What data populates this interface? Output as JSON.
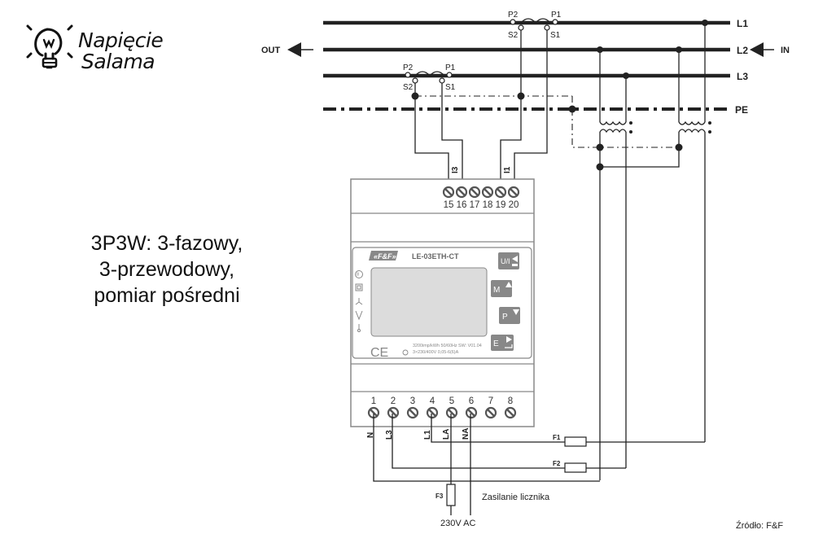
{
  "logo": {
    "line1": "Napięcie",
    "line2": "Salama",
    "icon": "lightbulb-icon"
  },
  "caption": {
    "lines": [
      "3P3W: 3-fazowy,",
      "3-przewodowy,",
      "pomiar pośredni"
    ]
  },
  "source": "Źródło: F&F",
  "bus": {
    "lines": [
      {
        "id": "L1",
        "label": "L1"
      },
      {
        "id": "L2",
        "label": "L2"
      },
      {
        "id": "L3",
        "label": "L3"
      },
      {
        "id": "PE",
        "label": "PE"
      }
    ],
    "in_label": "IN",
    "out_label": "OUT"
  },
  "current_transformers": [
    {
      "phase": "L1",
      "p2": "P2",
      "p1": "P1",
      "s2": "S2",
      "s1": "S1"
    },
    {
      "phase": "L3",
      "p2": "P2",
      "p1": "P1",
      "s2": "S2",
      "s1": "S1"
    }
  ],
  "wire_labels": {
    "i3": "I3",
    "i1": "I1",
    "n": "N",
    "l3": "L3",
    "l1": "L1",
    "la": "LA",
    "na": "NA"
  },
  "meter": {
    "brand": "«F&F»",
    "model": "LE-03ETH-CT",
    "top_terminals": [
      "15",
      "16",
      "17",
      "18",
      "19",
      "20"
    ],
    "bottom_terminals": [
      "1",
      "2",
      "3",
      "4",
      "5",
      "6",
      "7",
      "8"
    ],
    "buttons": [
      {
        "id": "ui",
        "label": "U/I",
        "arrow": "◀"
      },
      {
        "id": "m",
        "label": "M",
        "arrow": "▲"
      },
      {
        "id": "p",
        "label": "P",
        "arrow": "▼"
      },
      {
        "id": "e",
        "label": "E",
        "arrow": "▶"
      }
    ],
    "spec_line1": "3200imp/kWh 50/60Hz SW: V01.04",
    "spec_line2": "3×230/400V  0,05-6(6)A",
    "ce_mark": "CE"
  },
  "fuses": {
    "f1": "F1",
    "f2": "F2",
    "f3": "F3"
  },
  "supply": {
    "label": "Zasilanie licznika",
    "voltage": "230V AC"
  }
}
